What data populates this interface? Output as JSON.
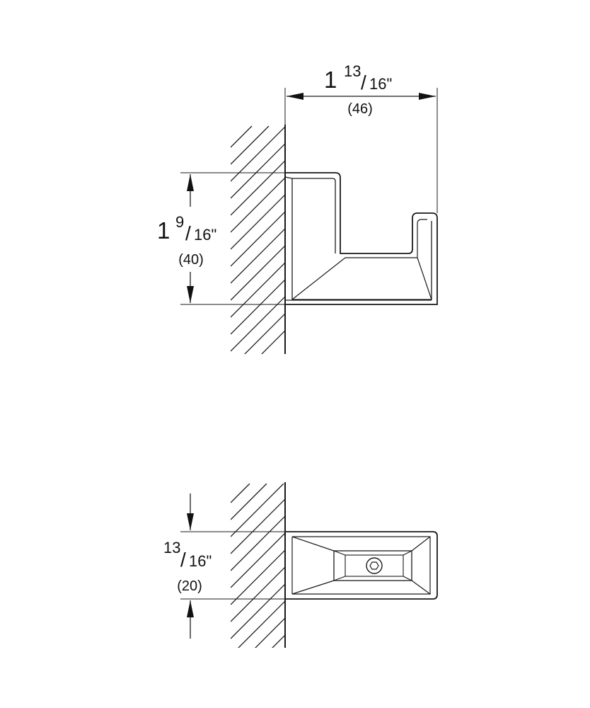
{
  "top_view": {
    "width_dimension": {
      "whole": "1",
      "num": "13",
      "den": "16\"",
      "mm": "(46)"
    },
    "height_dimension": {
      "whole": "1",
      "num": "9",
      "den": "16\"",
      "mm": "(40)"
    }
  },
  "bottom_view": {
    "depth_dimension": {
      "num": "13",
      "den": "16\"",
      "mm": "(20)"
    }
  }
}
